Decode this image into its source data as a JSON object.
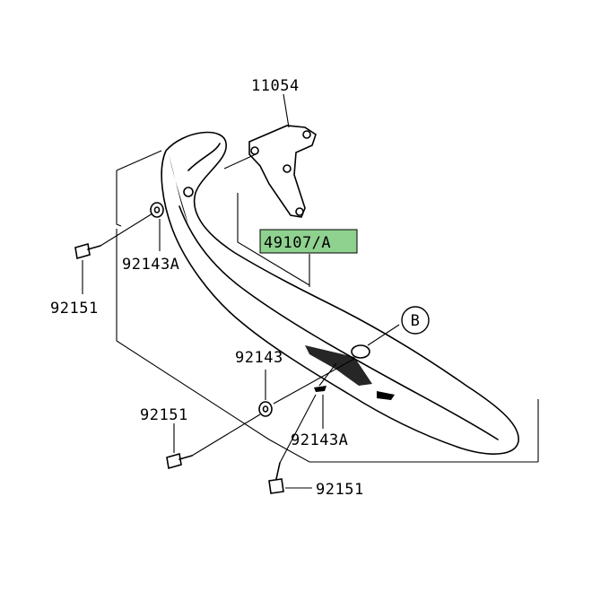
{
  "labels": {
    "p11054": "11054",
    "p49107": "49107/A",
    "p92143a_top": "92143A",
    "p92151_left": "92151",
    "p92143": "92143",
    "p92151_mid": "92151",
    "p92143a_bottom": "92143A",
    "p92151_bottom": "92151",
    "callout_b": "B"
  },
  "colors": {
    "highlight": "#8fd18f",
    "line": "#000000"
  }
}
